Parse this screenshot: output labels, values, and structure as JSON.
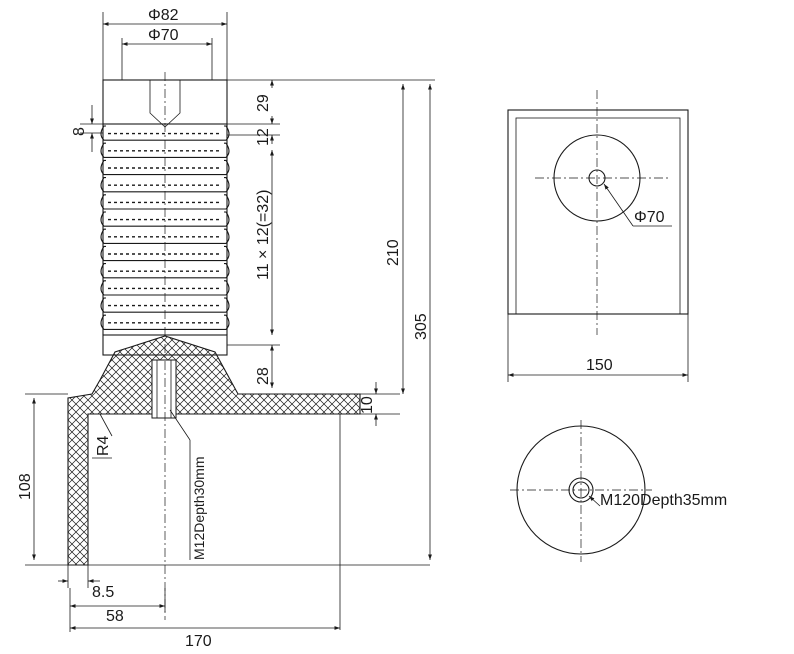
{
  "dimensions": {
    "top_outer_diameter": "Φ82",
    "top_inner_diameter": "Φ70",
    "top_cap_height": "29",
    "shed_gap": "8",
    "shed_pitch": "12",
    "shed_count_spec": "11 × 12(=32)",
    "body_height": "210",
    "total_height": "305",
    "neck_height": "28",
    "flange_thickness": "10",
    "fillet_radius": "R4",
    "lower_height": "108",
    "thread_spec": "M12Depth30mm",
    "wall_thickness": "8.5",
    "radius_58": "58",
    "base_width": "170"
  },
  "top_view": {
    "diameter_label": "Φ70",
    "width_label": "150"
  },
  "bottom_view": {
    "thread_label": "M120Depth35mm"
  }
}
